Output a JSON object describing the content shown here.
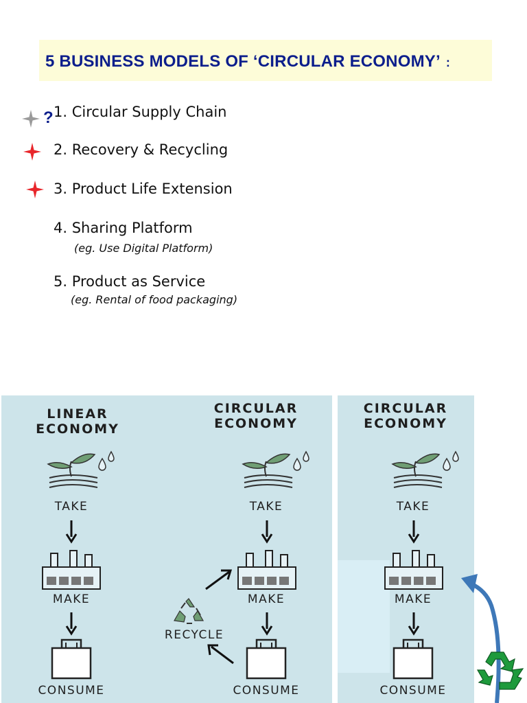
{
  "title": {
    "text": "5 BUSINESS MODELS OF ‘CIRCULAR ECONOMY’",
    "colon": ":"
  },
  "question_mark": "?",
  "models": [
    {
      "label": "1. Circular Supply Chain"
    },
    {
      "label": "2. Recovery & Recycling"
    },
    {
      "label": "3. Product Life Extension"
    },
    {
      "label": "4. Sharing Platform",
      "example": "(eg. Use Digital Platform)"
    },
    {
      "label": "5. Product as Service",
      "example": "(eg. Rental of food packaging)"
    }
  ],
  "diagram": {
    "linear": {
      "heading_1": "LINEAR",
      "heading_2": "ECONOMY"
    },
    "circular": {
      "heading_1": "CIRCULAR",
      "heading_2": "ECONOMY"
    },
    "circular_right": {
      "heading_1": "CIRCULAR",
      "heading_2": "ECONOMY"
    },
    "steps": {
      "take": "TAKE",
      "make": "MAKE",
      "consume": "CONSUME",
      "recycle": "RECYCLE"
    }
  },
  "colors": {
    "title_text": "#0c1e8c",
    "title_background": "#fdfcd8",
    "star_active": "#e8262b",
    "star_inactive": "#9a9a9a",
    "panel_background": "#cde4ea",
    "recycle_green": "#1e9a3c",
    "curve_arrow": "#3e78b8"
  },
  "icons": [
    "plant-water-icon",
    "factory-icon",
    "shopping-bag-icon",
    "recycle-icon",
    "down-arrow-icon",
    "curved-arrow-icon",
    "four-point-star-icon"
  ]
}
